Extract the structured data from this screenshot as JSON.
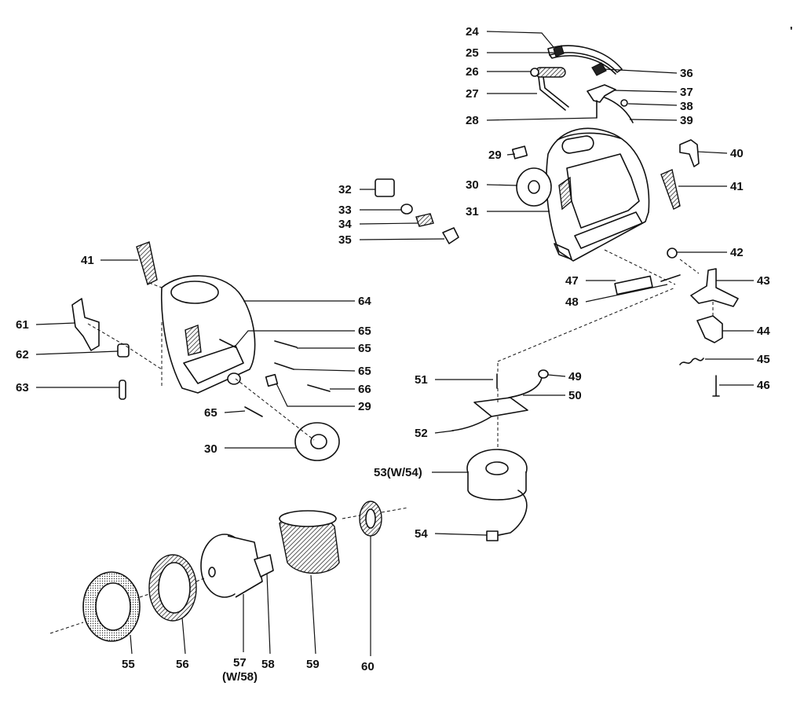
{
  "diagram": {
    "callouts": [
      {
        "id": "24",
        "text": "24"
      },
      {
        "id": "25",
        "text": "25"
      },
      {
        "id": "26",
        "text": "26"
      },
      {
        "id": "27",
        "text": "27"
      },
      {
        "id": "28",
        "text": "28"
      },
      {
        "id": "29a",
        "text": "29"
      },
      {
        "id": "30a",
        "text": "30"
      },
      {
        "id": "31",
        "text": "31"
      },
      {
        "id": "32",
        "text": "32"
      },
      {
        "id": "33",
        "text": "33"
      },
      {
        "id": "34",
        "text": "34"
      },
      {
        "id": "35",
        "text": "35"
      },
      {
        "id": "36",
        "text": "36"
      },
      {
        "id": "37",
        "text": "37"
      },
      {
        "id": "38",
        "text": "38"
      },
      {
        "id": "39",
        "text": "39"
      },
      {
        "id": "40",
        "text": "40"
      },
      {
        "id": "41a",
        "text": "41"
      },
      {
        "id": "41b",
        "text": "41"
      },
      {
        "id": "42",
        "text": "42"
      },
      {
        "id": "43",
        "text": "43"
      },
      {
        "id": "44",
        "text": "44"
      },
      {
        "id": "45",
        "text": "45"
      },
      {
        "id": "46",
        "text": "46"
      },
      {
        "id": "47",
        "text": "47"
      },
      {
        "id": "48",
        "text": "48"
      },
      {
        "id": "49",
        "text": "49"
      },
      {
        "id": "50",
        "text": "50"
      },
      {
        "id": "51",
        "text": "51"
      },
      {
        "id": "52",
        "text": "52"
      },
      {
        "id": "53",
        "text": "53(W/54)"
      },
      {
        "id": "54",
        "text": "54"
      },
      {
        "id": "55",
        "text": "55"
      },
      {
        "id": "56",
        "text": "56"
      },
      {
        "id": "57",
        "text": "57"
      },
      {
        "id": "57b",
        "text": "(W/58)"
      },
      {
        "id": "58",
        "text": "58"
      },
      {
        "id": "59",
        "text": "59"
      },
      {
        "id": "60",
        "text": "60"
      },
      {
        "id": "61",
        "text": "61"
      },
      {
        "id": "62",
        "text": "62"
      },
      {
        "id": "63",
        "text": "63"
      },
      {
        "id": "64",
        "text": "64"
      },
      {
        "id": "65a",
        "text": "65"
      },
      {
        "id": "65b",
        "text": "65"
      },
      {
        "id": "65c",
        "text": "65"
      },
      {
        "id": "65d",
        "text": "65"
      },
      {
        "id": "66",
        "text": "66"
      },
      {
        "id": "29b",
        "text": "29"
      },
      {
        "id": "30b",
        "text": "30"
      }
    ]
  }
}
